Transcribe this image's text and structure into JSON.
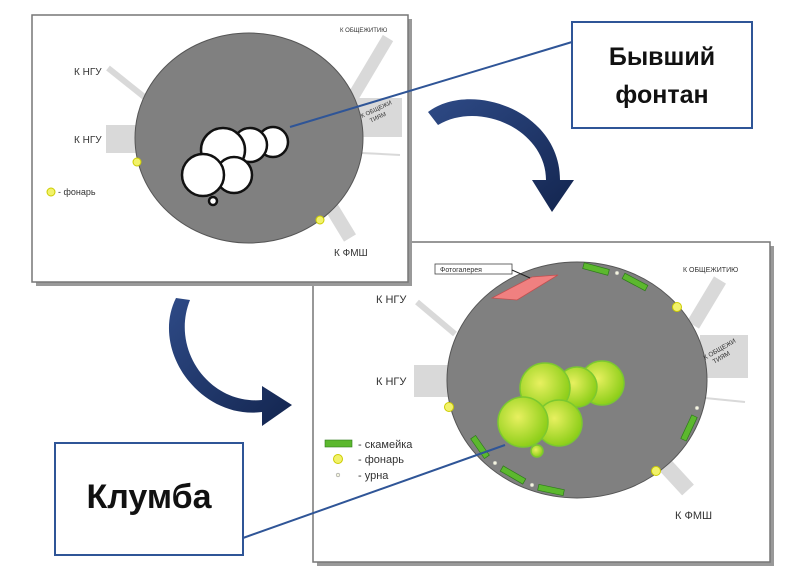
{
  "before_map": {
    "roads": {
      "ngu_top": "К НГУ",
      "ngu_left": "К НГУ",
      "dorm_top": "К ОБЩЕЖИТИЮ",
      "dorms_line1": "К ОБЩЕЖИ",
      "dorms_line2": "ТИЯМ",
      "fmsh": "К ФМШ"
    },
    "legend": {
      "lantern": "- фонарь"
    }
  },
  "after_map": {
    "roads": {
      "ngu_top": "К НГУ",
      "ngu_left": "К НГУ",
      "dorm_top": "К ОБЩЕЖИТИЮ",
      "dorms_line1": "К ОБЩЕЖИ",
      "dorms_line2": "ТИЯМ",
      "fmsh": "К ФМШ"
    },
    "gallery_label": "Фотогалерея",
    "legend": {
      "bench": "- скамейка",
      "lantern": "- фонарь",
      "urn": "- урна"
    }
  },
  "callouts": {
    "former_fountain_line1": "Бывший",
    "former_fountain_line2": "фонтан",
    "flowerbed": "Клумба"
  },
  "colors": {
    "plaza": "#808080",
    "road": "#d9d9d9",
    "lantern": "#f2f26a",
    "bench": "#5cb82e",
    "flowerbed": "#a8dc1e",
    "gallery": "#f08080",
    "callout_border": "#2f5597",
    "arrow": "#1f3864"
  }
}
